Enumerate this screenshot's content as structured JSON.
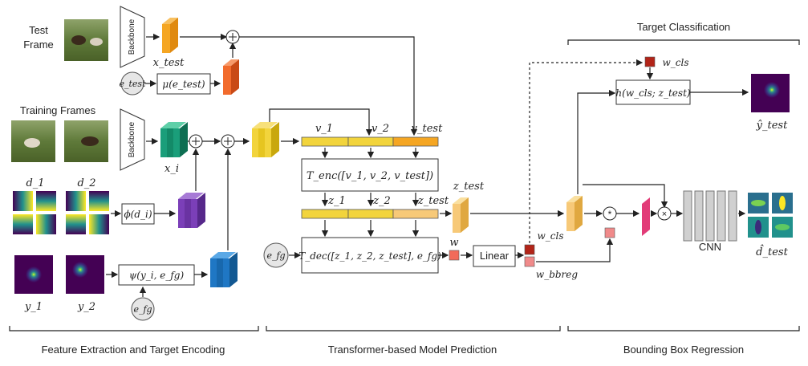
{
  "sections": {
    "feature_extraction": "Feature Extraction and Target Encoding",
    "model_prediction": "Transformer-based Model Prediction",
    "bbox_regression": "Bounding Box Regression",
    "target_classification": "Target Classification"
  },
  "left": {
    "test_frame_label": [
      "Test",
      "Frame"
    ],
    "training_frames_label": "Training Frames",
    "backbone_label": "Backbone",
    "x_test": "x_test",
    "x_i": "x_i",
    "e_test": "e_test",
    "mu_e_test": "μ(e_test)",
    "d1": "d_1",
    "d2": "d_2",
    "phi_d": "ϕ(d_i)",
    "y1": "y_1",
    "y2": "y_2",
    "psi": "ψ(y_i, e_fg)",
    "e_fg": "e_fg"
  },
  "middle": {
    "v1": "v_1",
    "v2": "v_2",
    "v_test": "v_test",
    "t_enc": "T_enc([v_1, v_2, v_test])",
    "z1": "z_1",
    "z2": "z_2",
    "z_test_small": "z_test",
    "z_test": "z_test",
    "t_dec": "T_dec([z_1, z_2, z_test], e_fg)",
    "e_fg": "e_fg",
    "w": "w",
    "linear": "Linear",
    "w_cls": "w_cls",
    "w_bbreg": "w_bbreg"
  },
  "right": {
    "w_cls_top": "w_cls",
    "h_func": "h(w_cls; z_test)",
    "y_hat_test": "ŷ_test",
    "cnn": "CNN",
    "d_hat_test": "d̂_test",
    "conv_op": "*",
    "mul_op": "×"
  },
  "colors": {
    "orange": "#f5a623",
    "orange_red": "#f26b2c",
    "teal": "#1a9e7a",
    "purple": "#7b3fb8",
    "blue": "#1f77c4",
    "yellow": "#f2d43c",
    "peach": "#f7c978",
    "red_square": "#b22418",
    "pink_square": "#f08a8a",
    "magenta": "#e23c78"
  }
}
